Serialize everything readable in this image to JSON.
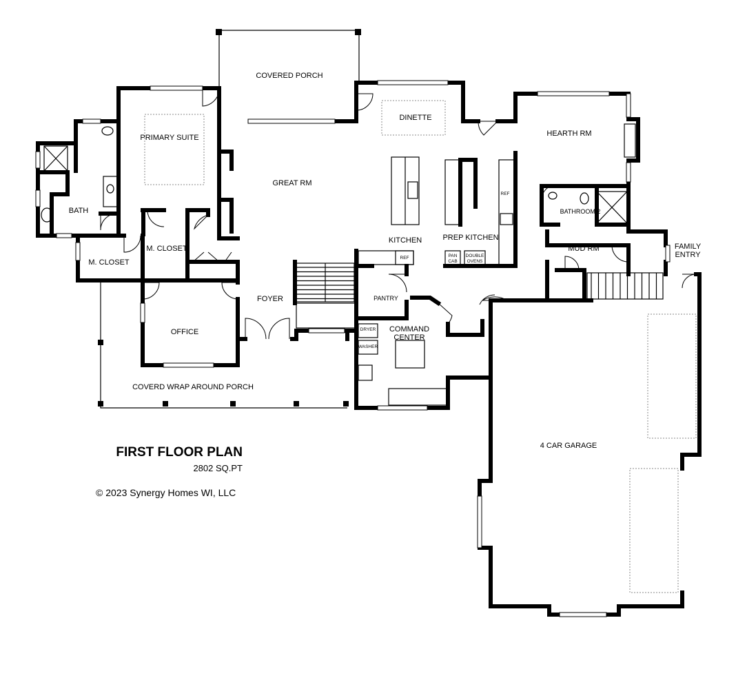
{
  "plan": {
    "title": "FIRST FLOOR PLAN",
    "area": "2802 SQ.PT",
    "copyright": "© 2023 Synergy Homes WI, LLC"
  },
  "rooms": {
    "covered_porch": "COVERED PORCH",
    "dinette": "DINETTE",
    "hearth_rm": "HEARTH RM",
    "primary_suite": "PRIMARY SUITE",
    "great_rm": "GREAT RM",
    "bath": "BATH",
    "m_closet_left": "M. CLOSET",
    "m_closet_right": "M. CLOSET",
    "kitchen": "KITCHEN",
    "prep_kitchen": "PREP KITCHEN",
    "bathroom_2": "BATHROOM 2",
    "mud_rm": "MUD RM",
    "family_entry_1": "FAMILY",
    "family_entry_2": "ENTRY",
    "foyer": "FOYER",
    "pantry": "PANTRY",
    "command_center_1": "COMMAND",
    "command_center_2": "CENTER",
    "office": "OFFICE",
    "wrap_porch": "COVERD WRAP AROUND PORCH",
    "garage": "4 CAR GARAGE"
  },
  "fixtures": {
    "ref_kitchen": "REF",
    "ref_prep": "REF",
    "pan_cab_1": "PAN",
    "pan_cab_2": "CAB",
    "double_ovens_1": "DOUBLE",
    "double_ovens_2": "OVENS",
    "dryer": "DRYER",
    "washer": "WASHER"
  }
}
